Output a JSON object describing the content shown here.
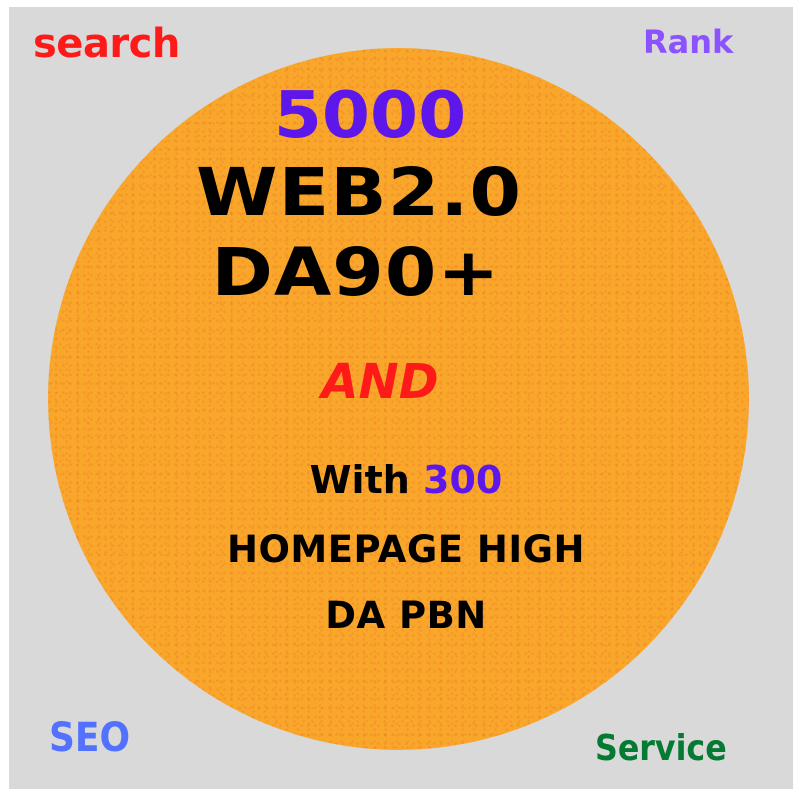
{
  "corners": {
    "top_left": "search",
    "top_right": "Rank",
    "bottom_left": "SEO",
    "bottom_right": "Service"
  },
  "headline": {
    "count": "5000",
    "line1": "WEB2.0",
    "line2": "DA90+",
    "conjunction": "AND"
  },
  "details": {
    "with_label": "With",
    "with_count": "300",
    "line1": "HOMEPAGE HIGH",
    "line2": "DA PBN"
  },
  "colors": {
    "background": "#d9d9d9",
    "circle": "#f9a72b",
    "search": "#ff1a1a",
    "rank": "#8c52ff",
    "seo": "#5271ff",
    "service": "#047a32",
    "purple_numbers": "#5e17eb",
    "and": "#ff1a1a"
  }
}
